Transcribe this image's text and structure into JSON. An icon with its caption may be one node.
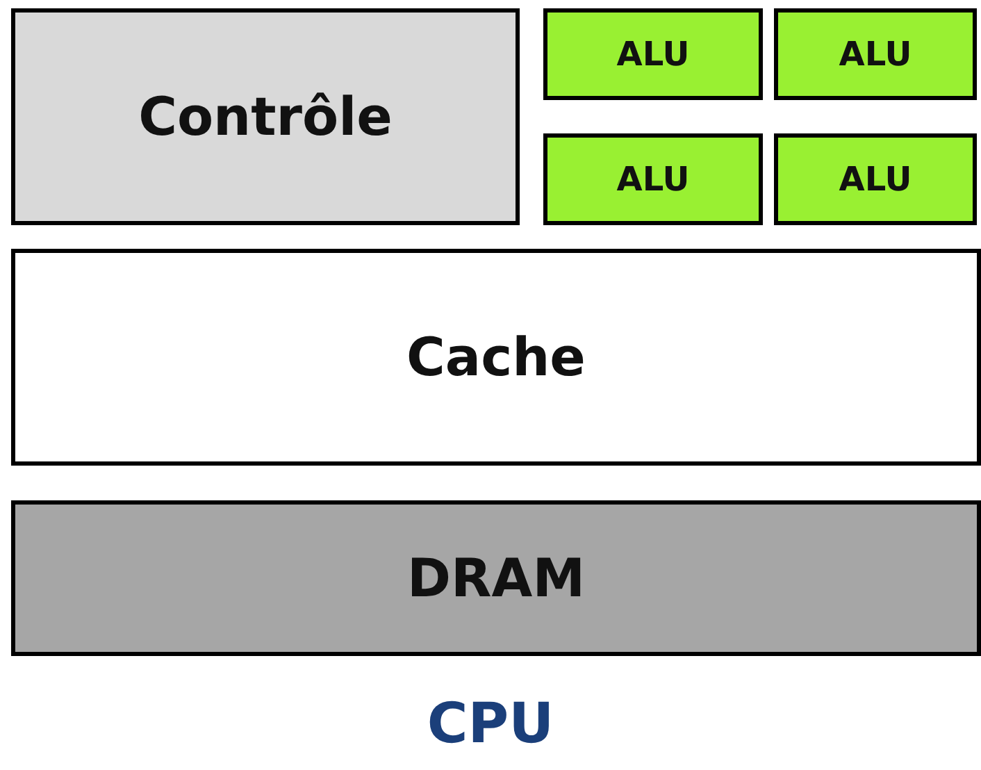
{
  "diagram": {
    "caption": "CPU",
    "nodes": [
      {
        "text": [
          "Contrôle"
        ]
      },
      {
        "text": [
          "ALU"
        ]
      },
      {
        "text": [
          "ALU"
        ]
      },
      {
        "text": [
          "ALU"
        ]
      },
      {
        "text": [
          "ALU"
        ]
      },
      {
        "text": [
          "Cache"
        ]
      },
      {
        "text": [
          "DRAM"
        ]
      }
    ],
    "edges": []
  }
}
